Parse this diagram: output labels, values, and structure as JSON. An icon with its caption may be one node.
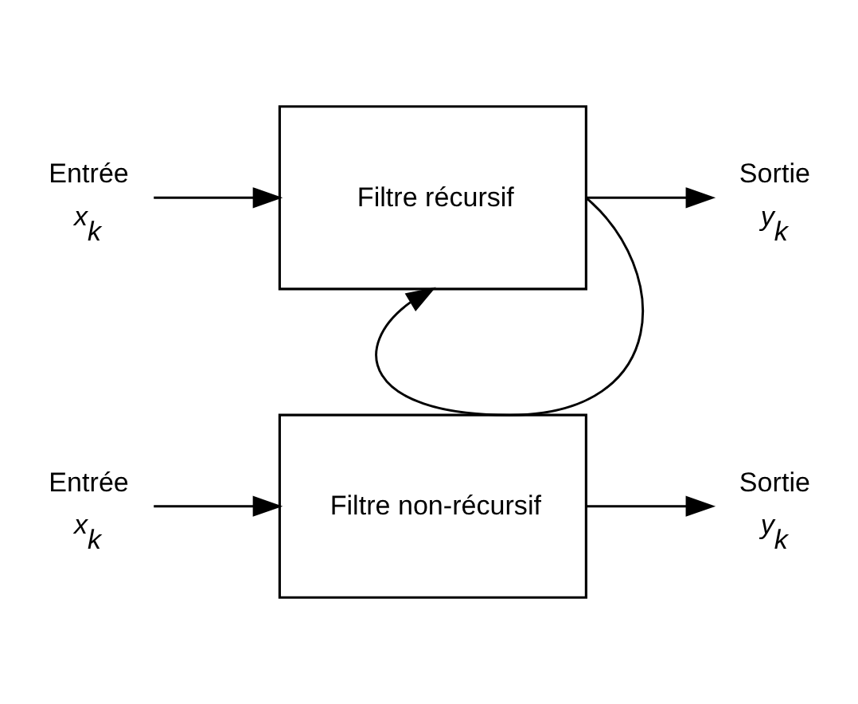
{
  "diagram": {
    "nodes": [
      {
        "text": [
          "Entrée",
          "x$_{k}$"
        ]
      },
      {
        "text": [
          "Filtre non-récursif"
        ]
      },
      {
        "text": [
          "Sortie",
          "y$_{k}$"
        ]
      },
      {
        "text": [
          "Entrée",
          "x$_{k}$"
        ]
      },
      {
        "text": [
          "Filtre récursif"
        ]
      },
      {
        "text": [
          "Sortie",
          "y$_{k}$"
        ]
      }
    ],
    "edges": [
      {
        "from": 0,
        "to": 1,
        "arrow": "to"
      },
      {
        "from": 1,
        "to": 2,
        "arrow": "to"
      },
      {
        "from": 3,
        "to": 4,
        "arrow": "to"
      },
      {
        "from": 4,
        "to": 5,
        "arrow": "to"
      },
      {
        "from": 4,
        "to": 4,
        "arrow": "to"
      }
    ]
  }
}
